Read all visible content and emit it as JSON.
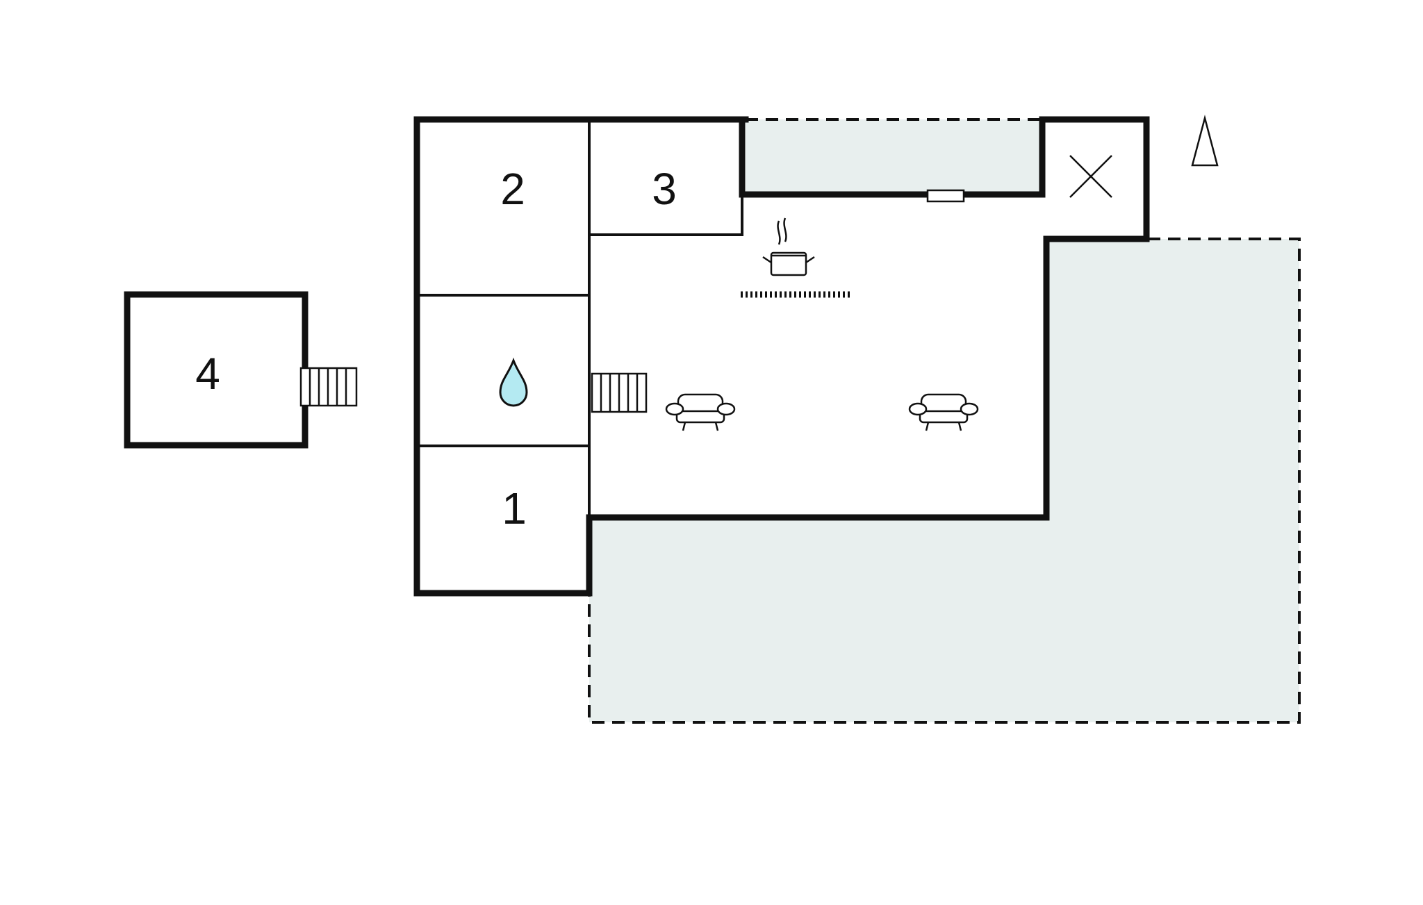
{
  "rooms": [
    {
      "id": "bedroom-1",
      "label": "1"
    },
    {
      "id": "bedroom-2",
      "label": "2"
    },
    {
      "id": "bedroom-3",
      "label": "3"
    },
    {
      "id": "bedroom-4",
      "label": "4"
    }
  ],
  "icons": {
    "bathroom": "water-drop-icon",
    "kitchen": "cooking-pot-icon",
    "living": "sofa-icon",
    "exit": "cross-icon",
    "north": "north-arrow-icon",
    "stairs": "stairs-icon"
  },
  "colors": {
    "wall": "#111111",
    "terrace": "#e8efee",
    "water": "#b4eaf2",
    "background": "#ffffff"
  }
}
